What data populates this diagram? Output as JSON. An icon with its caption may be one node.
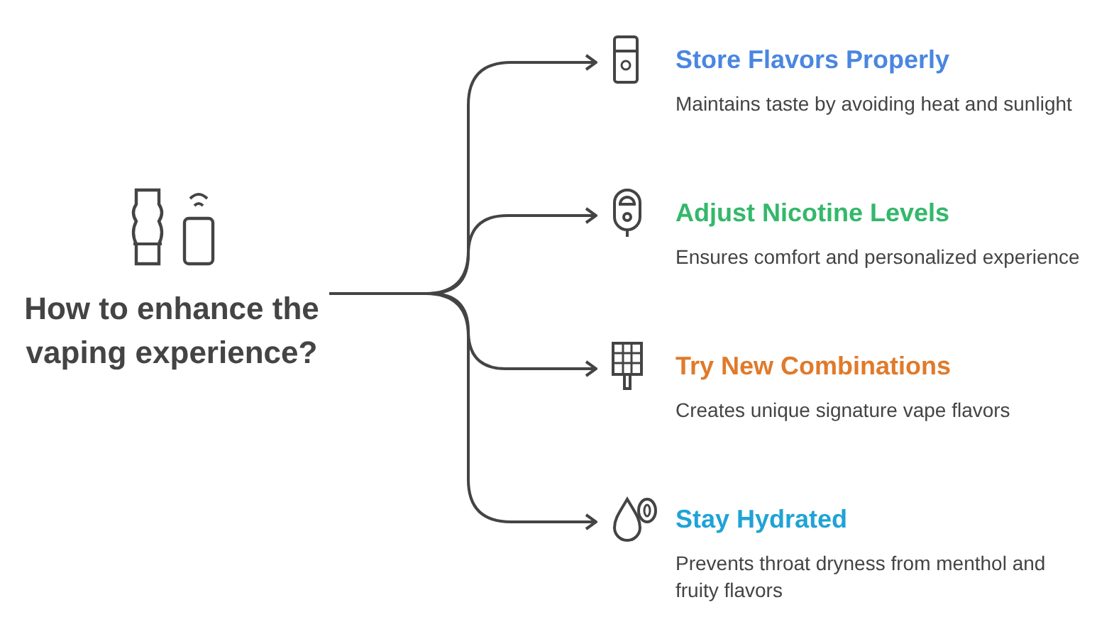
{
  "diagram": {
    "nodes": [
      {
        "text": [
          "How to enhance the vaping experience?"
        ]
      },
      {
        "text": [
          "Store Flavors Properly",
          "Maintains taste by avoiding heat and sunlight"
        ]
      },
      {
        "text": [
          "Adjust Nicotine Levels",
          "Ensures comfort and personalized experience"
        ]
      },
      {
        "text": [
          "Try New Combinations",
          "Creates unique signature vape flavors"
        ]
      },
      {
        "text": [
          "Stay Hydrated",
          "Prevents throat dryness from menthol and fruity flavors"
        ]
      }
    ],
    "edges": [
      {
        "from": 0,
        "to": 1,
        "arrow": "to"
      },
      {
        "from": 0,
        "to": 2,
        "arrow": "to"
      },
      {
        "from": 0,
        "to": 3,
        "arrow": "to"
      },
      {
        "from": 0,
        "to": 4,
        "arrow": "to"
      }
    ]
  }
}
